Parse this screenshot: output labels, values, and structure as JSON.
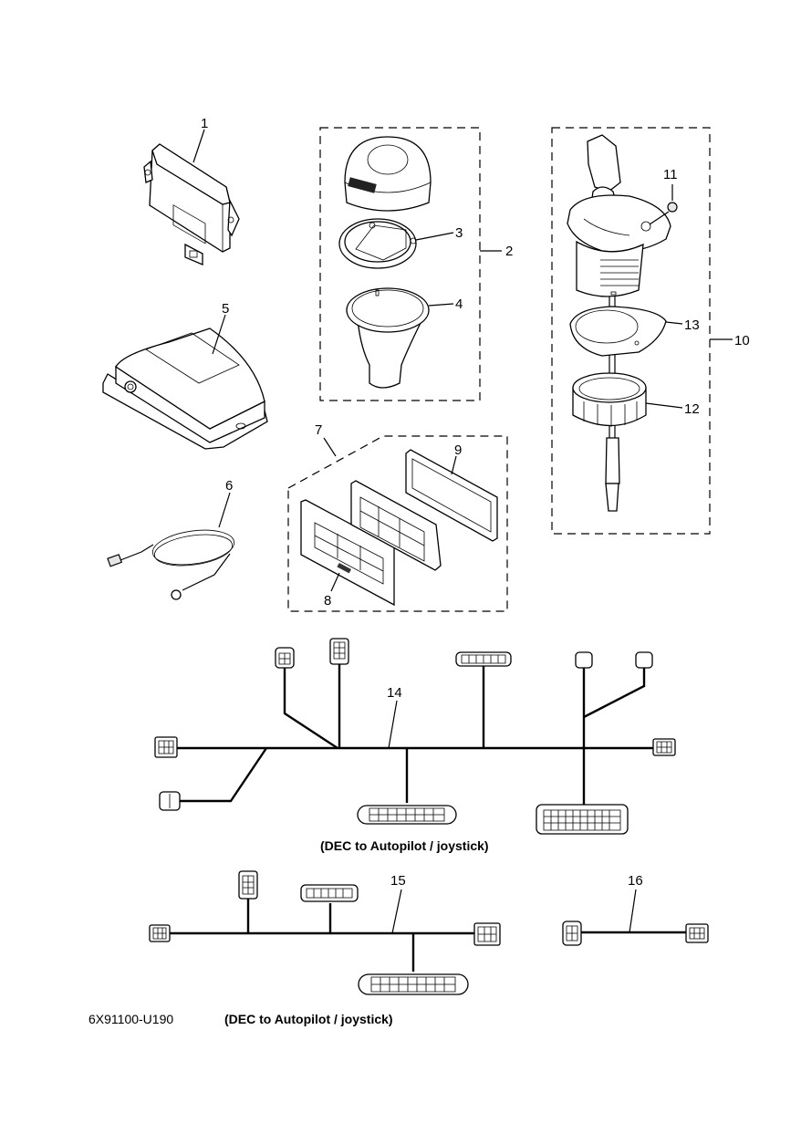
{
  "diagram": {
    "type": "exploded-parts-diagram",
    "code": "6X91100-U190",
    "parts": [
      {
        "ref": "1",
        "label": "1"
      },
      {
        "ref": "2",
        "label": "2"
      },
      {
        "ref": "3",
        "label": "3"
      },
      {
        "ref": "4",
        "label": "4"
      },
      {
        "ref": "5",
        "label": "5"
      },
      {
        "ref": "6",
        "label": "6"
      },
      {
        "ref": "7",
        "label": "7"
      },
      {
        "ref": "8",
        "label": "8"
      },
      {
        "ref": "9",
        "label": "9"
      },
      {
        "ref": "10",
        "label": "10"
      },
      {
        "ref": "11",
        "label": "11"
      },
      {
        "ref": "12",
        "label": "12"
      },
      {
        "ref": "13",
        "label": "13"
      },
      {
        "ref": "14",
        "label": "14"
      },
      {
        "ref": "15",
        "label": "15"
      },
      {
        "ref": "16",
        "label": "16"
      }
    ],
    "captions": {
      "harness_14": "(DEC to Autopilot / joystick)",
      "harness_15": "(DEC to Autopilot / joystick)"
    }
  }
}
